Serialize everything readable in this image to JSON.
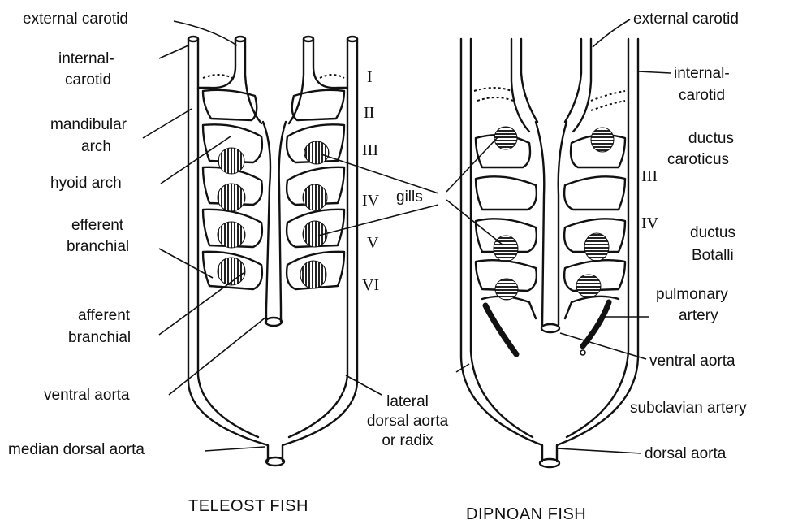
{
  "teleost": {
    "title": "TELEOST FISH",
    "labels": {
      "external_carotid": "external carotid",
      "internal_carotid_1": "internal-",
      "internal_carotid_2": "carotid",
      "mandibular_1": "mandibular",
      "mandibular_2": "arch",
      "hyoid": "hyoid arch",
      "efferent_1": "efferent",
      "efferent_2": "branchial",
      "afferent_1": "afferent",
      "afferent_2": "branchial",
      "ventral_aorta": "ventral aorta",
      "median_dorsal_aorta": "median dorsal aorta"
    },
    "arch_numbers": [
      "I",
      "II",
      "III",
      "IV",
      "V",
      "VI"
    ]
  },
  "shared": {
    "gills": "gills",
    "lateral_1": "lateral",
    "lateral_2": "dorsal aorta",
    "lateral_3": "or radix"
  },
  "dipnoan": {
    "title": "DIPNOAN FISH",
    "labels": {
      "external_carotid": "external carotid",
      "internal_carotid_1": "internal-",
      "internal_carotid_2": "carotid",
      "ductus_caroticus_1": "ductus",
      "ductus_caroticus_2": "caroticus",
      "ductus_botalli_1": "ductus",
      "ductus_botalli_2": "Botalli",
      "pulmonary_1": "pulmonary",
      "pulmonary_2": "artery",
      "ventral_aorta": "ventral aorta",
      "subclavian": "subclavian artery",
      "dorsal_aorta": "dorsal aorta"
    },
    "arch_numbers": [
      "III",
      "IV"
    ]
  },
  "colors": {
    "ink": "#111111",
    "background": "#ffffff"
  }
}
